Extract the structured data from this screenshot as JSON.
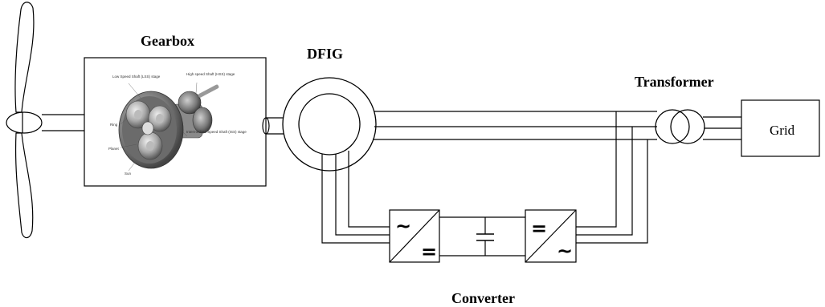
{
  "labels": {
    "gearbox": "Gearbox",
    "dfig": "DFIG",
    "transformer": "Transformer",
    "grid": "Grid",
    "converter": "Converter"
  },
  "gearbox_image_labels": {
    "low_speed": "Low Speed Shaft (LSS) stage",
    "high_speed": "High speed Shaft (HSS) stage",
    "ring": "Ring",
    "planet": "Planet",
    "intermediate": "Intermediate Speed Shaft (ISS) stage",
    "sun": "Sun"
  },
  "converter_symbols": {
    "rectifier_ac": "~",
    "rectifier_dc": "=",
    "inverter_dc": "=",
    "inverter_ac": "~"
  }
}
